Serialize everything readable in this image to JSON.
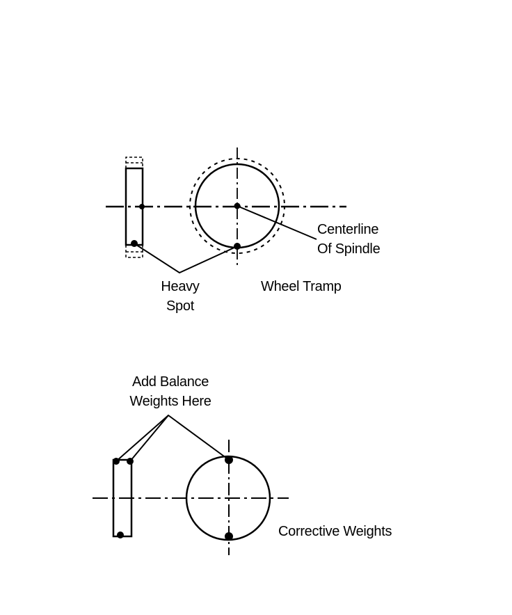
{
  "top_diagram": {
    "label_centerline": [
      "Centerline",
      "Of Spindle"
    ],
    "label_heavy_spot": [
      "Heavy",
      "Spot"
    ],
    "label_wheel_tramp": "Wheel Tramp"
  },
  "bottom_diagram": {
    "label_add_weights": [
      "Add Balance",
      "Weights Here"
    ],
    "label_corrective": "Corrective Weights"
  },
  "colors": {
    "ink": "#000000",
    "background": "#ffffff"
  }
}
